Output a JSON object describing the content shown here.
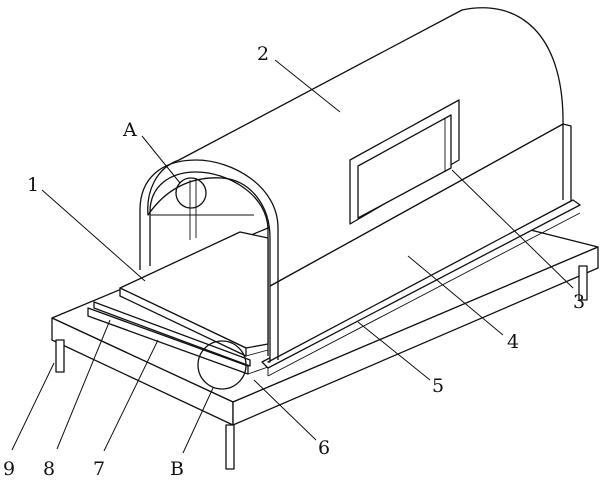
{
  "labels": {
    "l1": "1",
    "l2": "2",
    "l3": "3",
    "l4": "4",
    "l5": "5",
    "l6": "6",
    "l7": "7",
    "l8": "8",
    "l9": "9",
    "lA": "A",
    "lB": "B"
  }
}
